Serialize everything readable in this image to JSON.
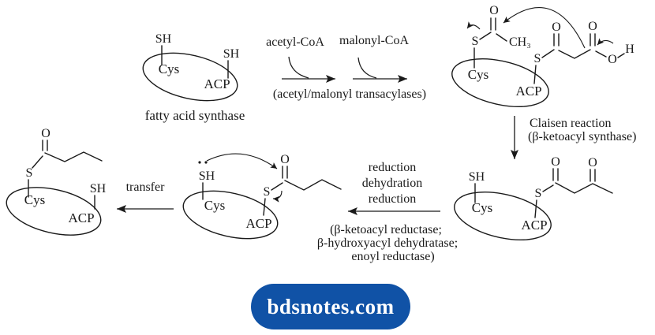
{
  "colors": {
    "background": "#ffffff",
    "ink": "#1a1a1a",
    "badge_bg": "#1052a6",
    "badge_fg": "#ffffff"
  },
  "atoms": {
    "sh": "SH",
    "s": "S",
    "o": "O",
    "h": "H",
    "cys": "Cys",
    "acp": "ACP",
    "ch3": "CH₃"
  },
  "labels": {
    "fatty_acid_synthase": "fatty acid synthase",
    "acetyl_coa": "acetyl-CoA",
    "malonyl_coa": "malonyl-CoA",
    "transacylases": "(acetyl/malonyl transacylases)",
    "claisen_line1": "Claisen reaction",
    "claisen_line2": "(β-ketoacyl synthase)",
    "reduction_line1": "reduction",
    "reduction_line2": "dehydration",
    "reduction_line3": "reduction",
    "reductases_line1": "(β-ketoacyl reductase;",
    "reductases_line2": "β-hydroxyacyl dehydratase;",
    "reductases_line3": "enoyl reductase)",
    "transfer": "transfer"
  },
  "badge": {
    "text": "bdsnotes.com"
  }
}
